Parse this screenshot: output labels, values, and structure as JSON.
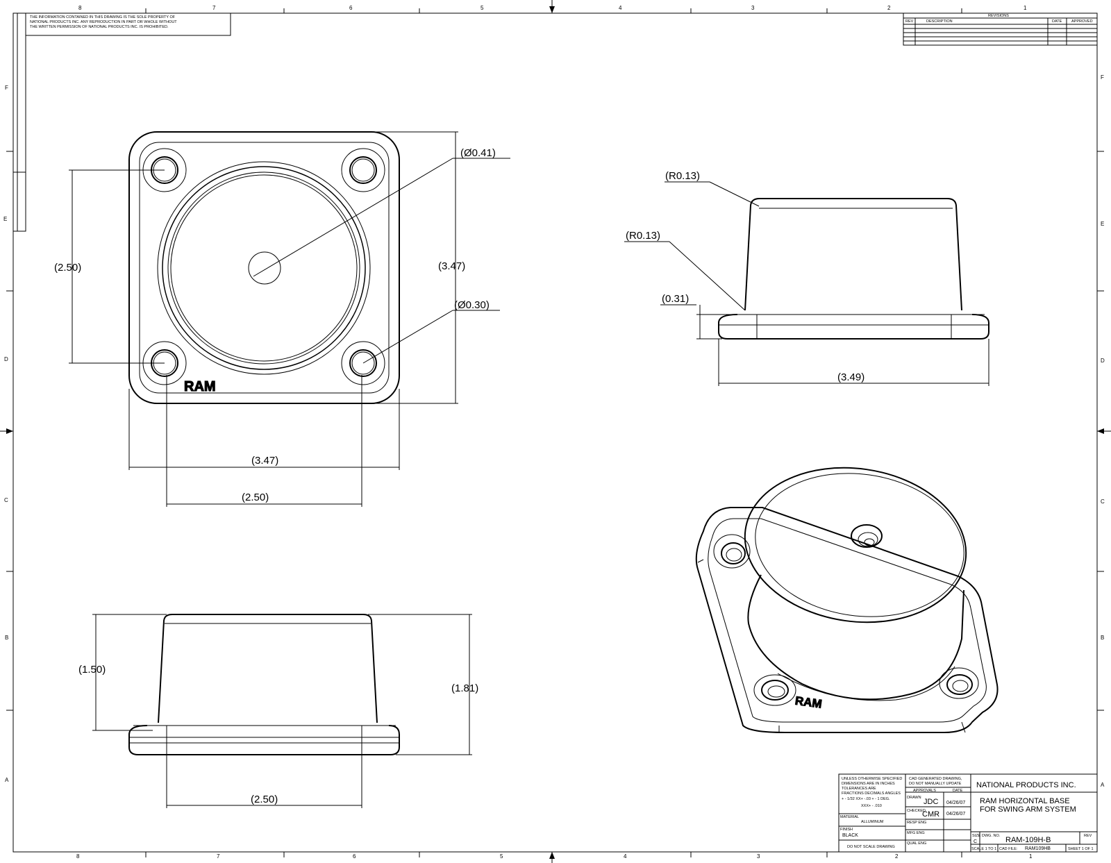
{
  "notice": {
    "lines": [
      "THE INFORMATION CONTAINED IN THIS DRAWING IS THE SOLE PROPERTY OF",
      "NATIONAL PRODUCTS INC. ANY REPRODUCTION IN PART OR WHOLE WITHOUT",
      "THE WRITTEN PERMISSION OF NATIONAL PRODUCTS INC. IS PROHIBITED."
    ]
  },
  "zones": {
    "top_cols": [
      "8",
      "7",
      "6",
      "5",
      "4",
      "3",
      "2",
      "1"
    ],
    "bottom_cols": [
      "8",
      "7",
      "6",
      "5",
      "4",
      "3",
      "2",
      "1"
    ],
    "rows": [
      "F",
      "E",
      "D",
      "C",
      "B",
      "A"
    ]
  },
  "revisions": {
    "title": "REVISIONS",
    "headers": [
      "REV",
      "DESCRIPTION",
      "DATE",
      "APPROVED"
    ]
  },
  "views": {
    "top": {
      "logo": "RAM",
      "dims": {
        "hole_large": "(Ø0.41)",
        "hole_small": "(Ø0.30)",
        "height_holes": "(2.50)",
        "height_overall": "(3.47)",
        "width_overall": "(3.47)",
        "width_holes": "(2.50)"
      }
    },
    "side_right": {
      "dims": {
        "radius_top": "(R0.13)",
        "radius_base": "(R0.13)",
        "flange": "(0.31)",
        "width": "(3.49)"
      }
    },
    "side_left": {
      "dims": {
        "body_height": "(1.50)",
        "overall_height": "(1.81)",
        "width_holes": "(2.50)"
      }
    },
    "iso": {
      "logo": "RAM"
    }
  },
  "title_block": {
    "notes": [
      "UNLESS OTHERWISE SPECIFIED",
      "DIMENSIONS ARE IN INCHES",
      "TOLERANCES ARE",
      "FRACTIONS   DECIMALS   ANGLES",
      "+ - 1/32    XX+ -.03    + - 1 DEG.",
      "XXX+ - .010"
    ],
    "material_label": "MATERIAL",
    "material": "ALLUMINUM",
    "finish_label": "FINISH",
    "finish": "BLACK",
    "no_scale": "DO NOT SCALE DRAWING",
    "cad_notes": [
      "CAD GENERATED DRAWING,",
      "DO NOT MANUALLY UPDATE"
    ],
    "approvals_label": "APPROVALS",
    "date_label": "DATE",
    "drawn_label": "DRAWN",
    "drawn_by": "JDC",
    "drawn_date": "04/26/07",
    "checked_label": "CHECKED",
    "checked_by": "CMR",
    "checked_date": "04/26/07",
    "resp_eng_label": "RESP ENG",
    "mfg_eng_label": "MFG ENG",
    "qual_eng_label": "QUAL ENG",
    "company": "NATIONAL PRODUCTS INC.",
    "title_line1": "RAM HORIZONTAL BASE",
    "title_line2": "FOR SWING ARM SYSTEM",
    "size_label": "SIZE",
    "size": "C",
    "dwg_no_label": "DWG. NO.",
    "dwg_no": "RAM-109H-B",
    "rev_label": "REV",
    "scale": "SCALE 1 TO 1",
    "cad_file_label": "CAD FILE:",
    "cad_file": "RAM109HB",
    "sheet": "SHEET 1 OF 1"
  }
}
